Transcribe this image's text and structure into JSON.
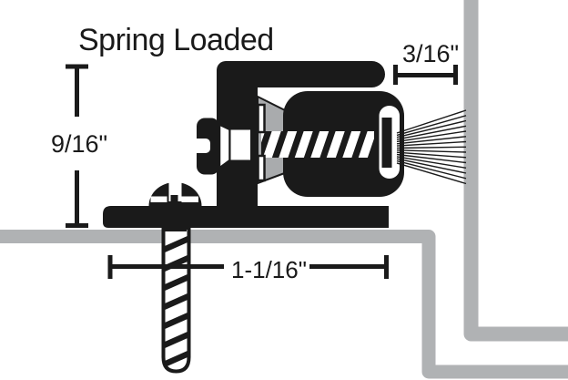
{
  "diagram": {
    "title": "Spring Loaded",
    "dimensions": {
      "height": "9/16\"",
      "reach": "3/16\"",
      "base_width": "1-1/16\""
    },
    "colors": {
      "ink": "#1a1a1a",
      "surface_gray": "#b0b2b4",
      "spring_cone_gray": "#a9abad",
      "background": "#ffffff"
    }
  }
}
